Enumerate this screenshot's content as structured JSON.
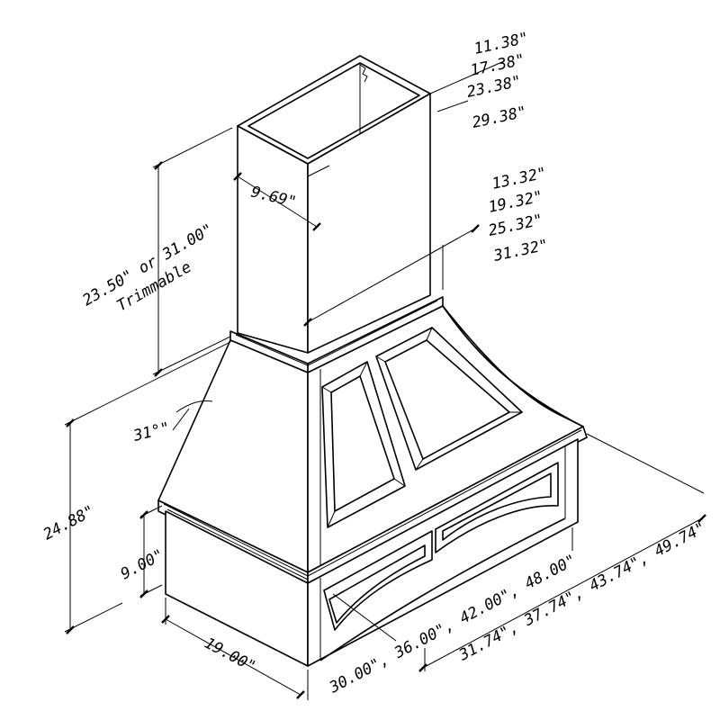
{
  "labels": {
    "top_width": [
      "11.38\"",
      "17.38\"",
      "23.38\"",
      "29.38\""
    ],
    "chimney_depth": "9.69\"",
    "mid_width": [
      "13.32\"",
      "19.32\"",
      "25.32\"",
      "31.32\""
    ],
    "chimney_height": "23.50\" or 31.00\"",
    "trimmable": "Trimmable",
    "angle": "31°\"",
    "hood_height": "24.88\"",
    "base_height": "9.00\"",
    "depth": "19.00\"",
    "inner_width": "30.00\", 36.00\", 42.00\", 48.00\"",
    "outer_width": "31.74\", 37.74\", 43.74\", 49.74\""
  },
  "colors": {
    "line": "#000000",
    "background": "#ffffff"
  }
}
